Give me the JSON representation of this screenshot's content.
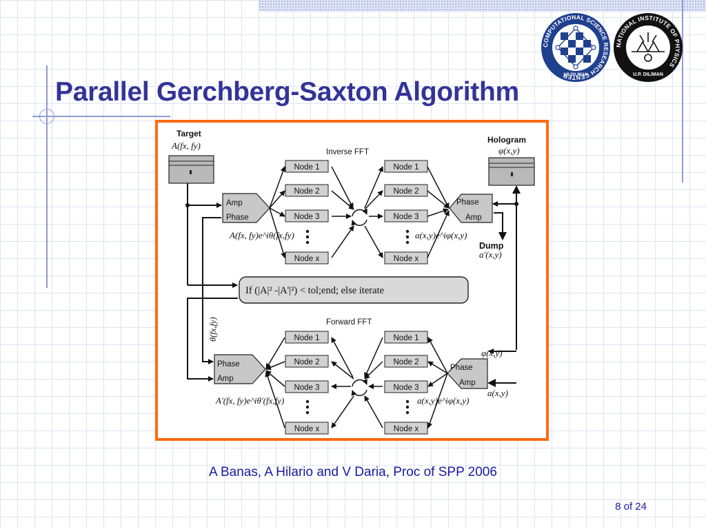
{
  "slide": {
    "title": "Parallel Gerchberg-Saxton Algorithm",
    "caption": "A Banas, A Hilario and V Daria, Proc of SPP 2006",
    "page_number": "8 of 24"
  },
  "logos": {
    "left": {
      "ring_text": "COMPUTATIONAL SCIENCE RESEARCH CENTER",
      "bottom_text": "UP DILIMAN",
      "color": "#1f3f8f"
    },
    "right": {
      "ring_text": "NATIONAL INSTITUTE OF PHYSICS",
      "bottom_text": "U.P. DILIMAN",
      "color": "#111111"
    }
  },
  "diagram": {
    "inverse_title": "Inverse FFT",
    "forward_title": "Forward FFT",
    "target": {
      "label": "Target",
      "formula": "A(fx, fy)"
    },
    "hologram": {
      "label": "Hologram",
      "formula": "φ(x,y)"
    },
    "amp": "Amp",
    "phase": "Phase",
    "nodes": [
      "Node 1",
      "Node 2",
      "Node 3",
      "Node x"
    ],
    "dump": {
      "label": "Dump",
      "formula": "a'(x,y)"
    },
    "condition": "If (|A|² -|A'|²) < tol;end; else iterate",
    "inverse_left_expr": "A(fx, fy)e^iθ(fx,fy)",
    "inverse_right_expr": "a(x,y)e^iφ(x,y)",
    "forward_left_expr": "A'(fx, fy)e^iθ'(fx,fy)",
    "forward_right_expr": "a(x,y)e^iφ(x,y)",
    "theta_label": "θ(fx,fy)",
    "phi_label": "φ(x,y)",
    "a_label": "a(x,y)"
  },
  "colors": {
    "title": "#333399",
    "frame": "#ff6a13",
    "caption": "#1a1aa0",
    "grid": "#dde3f1"
  }
}
